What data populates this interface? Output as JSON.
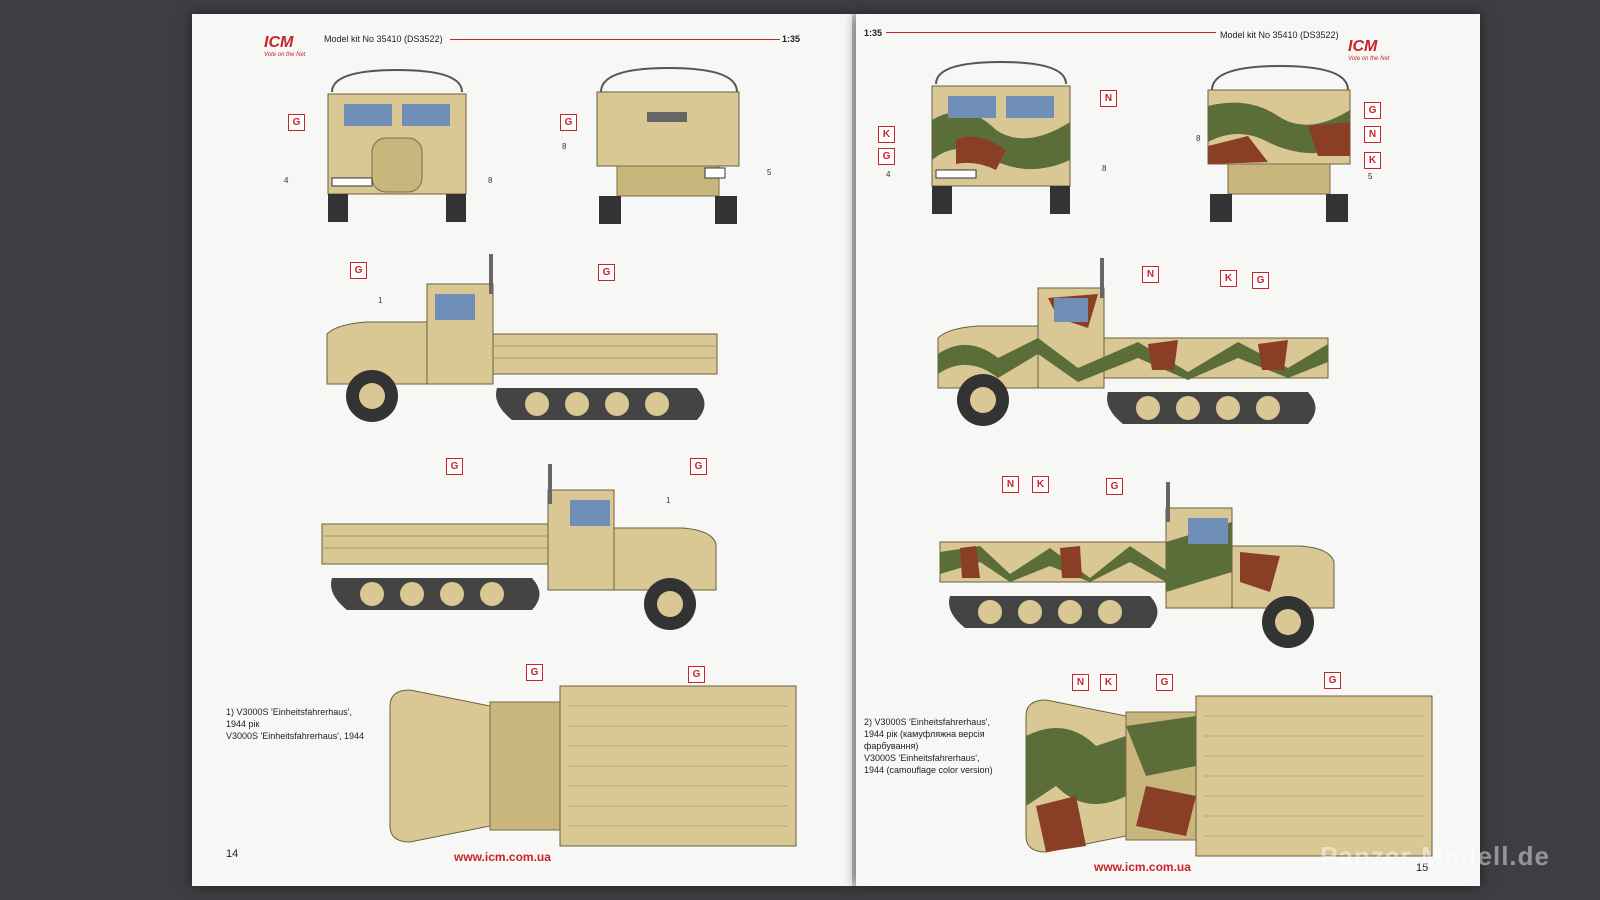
{
  "header": {
    "logo_text": "ICM",
    "logo_tagline": "Vote on the Net",
    "model_kit": "Model kit No 35410 (DS3522)",
    "scale": "1:35"
  },
  "left_page": {
    "page_number": "14",
    "footer_url": "www.icm.com.ua",
    "caption": {
      "line1": "1) V3000S 'Einheitsfahrerhaus',",
      "line2": "1944 рік",
      "line3": "V3000S 'Einheitsfahrerhaus', 1944"
    },
    "labels": {
      "g": "G",
      "n4": "4",
      "n8": "8",
      "n5": "5",
      "n1": "1"
    }
  },
  "right_page": {
    "page_number": "15",
    "footer_url": "www.icm.com.ua",
    "caption": {
      "line1": "2) V3000S 'Einheitsfahrerhaus',",
      "line2": "1944 рік (камуфляжна версія",
      "line3": "фарбування)",
      "line4": "V3000S 'Einheitsfahrerhaus',",
      "line5": "1944 (camouflage color version)"
    },
    "labels": {
      "g": "G",
      "n": "N",
      "k": "K",
      "n4": "4",
      "n8": "8",
      "n5": "5"
    }
  },
  "watermark": "Panzer-Modell.de",
  "colors": {
    "sand": "#d9c894",
    "sand_dark": "#a99a66",
    "camo_green": "#5b6e3a",
    "camo_brown": "#8a3e26",
    "accent_red": "#c8242c",
    "glass": "#6f8fb8"
  }
}
